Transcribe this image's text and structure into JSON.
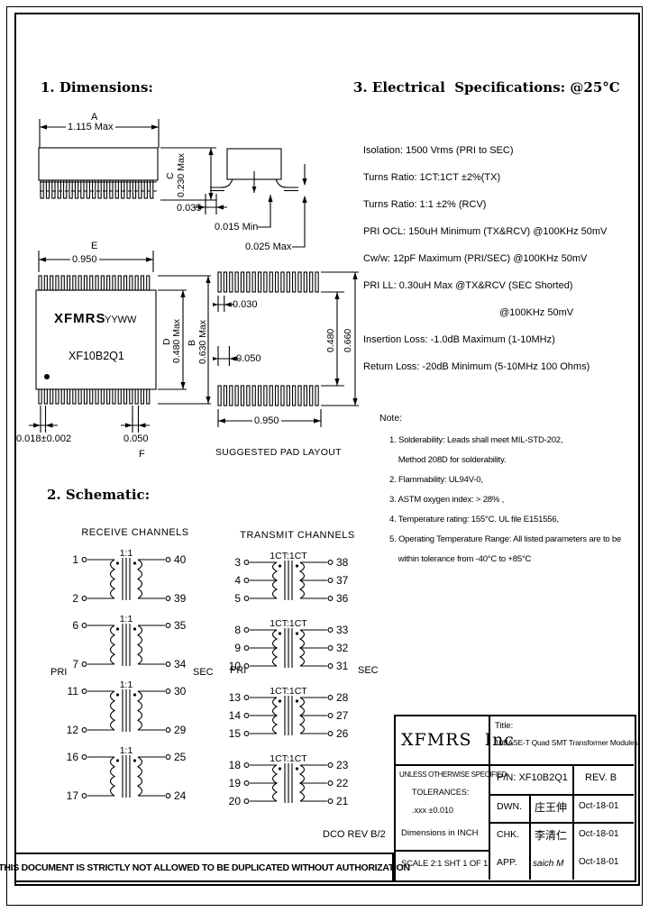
{
  "banner": "THIS DOCUMENT IS STRICTLY NOT ALLOWED TO BE DUPLICATED WITHOUT AUTHORIZATION",
  "headings": {
    "dimensions": "1. Dimensions:",
    "schematic": "2. Schematic:",
    "electrical": "3. Electrical  Specifications: @25°C"
  },
  "dims": {
    "d1": {
      "a": "A",
      "a_val": "1.115 Max",
      "c": "C",
      "c_val": "0.230 Max",
      "p035": "0.035",
      "p015": "0.015 Min",
      "p025": "0.025 Max"
    },
    "d2": {
      "e": "E",
      "e_val": "0.950",
      "brand": "XFMRS",
      "code": "YYWW",
      "part": "XF10B2Q1",
      "d": "D",
      "d_val": "0.480 Max",
      "b": "B",
      "b_val": "0.630 Max",
      "lead": "0.018±0.002",
      "pitch": "0.050",
      "f": "F"
    },
    "d3": {
      "pad_w": "0.030",
      "pad_p": "0.050",
      "inner": "0.480",
      "outer": "0.660",
      "row_w": "0.950",
      "caption": "SUGGESTED PAD LAYOUT"
    }
  },
  "electrical": {
    "lines": [
      "Isolation: 1500 Vrms (PRI to SEC)",
      "Turns Ratio: 1CT:1CT ±2%(TX)",
      "Turns Ratio: 1:1 ±2% (RCV)",
      "PRI OCL: 150uH Minimum (TX&RCV) @100KHz 50mV",
      "Cw/w: 12pF Maximum (PRI/SEC) @100KHz 50mV",
      "PRI LL: 0.30uH Max @TX&RCV (SEC Shorted)",
      "                  @100KHz 50mV",
      "Insertion Loss: -1.0dB Maximum (1-10MHz)",
      "Return Loss: -20dB Minimum (5-10MHz 100 Ohms)"
    ]
  },
  "notes": {
    "label": "Note:",
    "items": [
      "1. Solderability: Leads shall meet MIL-STD-202,",
      "    Method 208D for solderability.",
      "2. Flammability: UL94V-0,",
      "3. ASTM oxygen index: > 28% ,",
      "4. Temperature rating: 155°C. UL file E151556,",
      "5. Operating Temperature Range: All listed parameters are to be",
      "    within tolerance from -40°C to +85°C"
    ]
  },
  "schematic": {
    "receive": {
      "title": "RECEIVE CHANNELS",
      "pri": "PRI",
      "sec": "SEC",
      "transformers": [
        {
          "ratio": "1:1",
          "left": [
            "1",
            "2"
          ],
          "right": [
            "40",
            "39"
          ]
        },
        {
          "ratio": "1:1",
          "left": [
            "6",
            "7"
          ],
          "right": [
            "35",
            "34"
          ]
        },
        {
          "ratio": "1:1",
          "left": [
            "11",
            "12"
          ],
          "right": [
            "30",
            "29"
          ]
        },
        {
          "ratio": "1:1",
          "left": [
            "16",
            "17"
          ],
          "right": [
            "25",
            "24"
          ]
        }
      ]
    },
    "transmit": {
      "title": "TRANSMIT CHANNELS",
      "pri": "PRI",
      "sec": "SEC",
      "transformers": [
        {
          "ratio": "1CT:1CT",
          "left": [
            "3",
            "4",
            "5"
          ],
          "right": [
            "38",
            "37",
            "36"
          ]
        },
        {
          "ratio": "1CT:1CT",
          "left": [
            "8",
            "9",
            "10"
          ],
          "right": [
            "33",
            "32",
            "31"
          ]
        },
        {
          "ratio": "1CT:1CT",
          "left": [
            "13",
            "14",
            "15"
          ],
          "right": [
            "28",
            "27",
            "26"
          ]
        },
        {
          "ratio": "1CT:1CT",
          "left": [
            "18",
            "19",
            "20"
          ],
          "right": [
            "23",
            "22",
            "21"
          ]
        }
      ]
    },
    "dco_note": "DCO REV B/2"
  },
  "title_block": {
    "company": "XFMRS  Inc",
    "title_label": "Title:",
    "title": "10BASE-T Quad SMT Transformer Modules",
    "spec1": "UNLESS OTHERWISE SPECIFIED",
    "spec2": "TOLERANCES:",
    "spec3": ".xxx ±0.010",
    "spec4": "Dimensions in INCH",
    "pn": "P/N: XF10B2Q1",
    "rev": "REV. B",
    "scale": "SCALE 2:1 SHT 1 OF 1",
    "rows": [
      {
        "role": "DWN.",
        "sig": "庄王伸",
        "date": "Oct-18-01"
      },
      {
        "role": "CHK.",
        "sig": "李清仁",
        "date": "Oct-18-01"
      },
      {
        "role": "APP.",
        "sig": "saich M",
        "date": "Oct-18-01"
      }
    ]
  }
}
